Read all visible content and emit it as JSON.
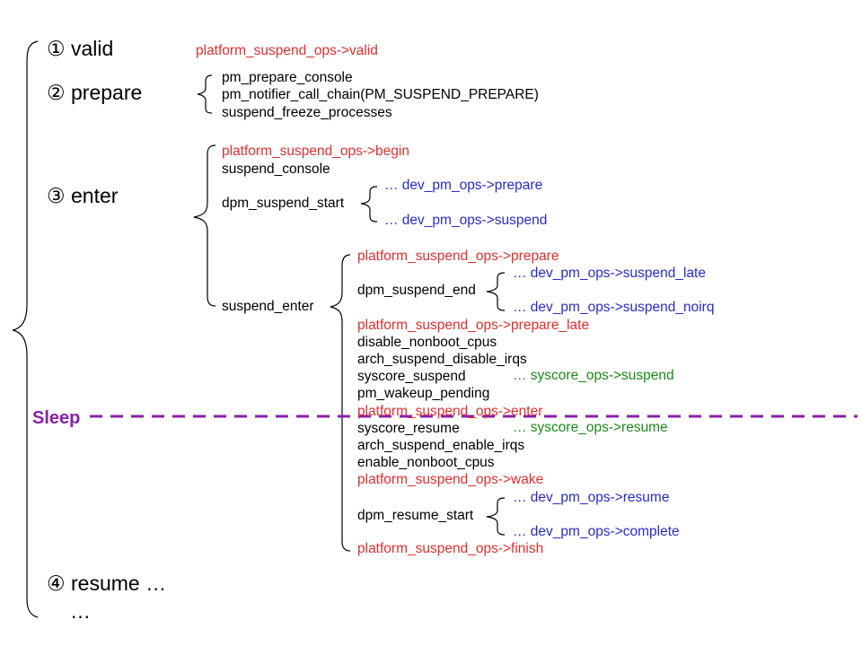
{
  "steps": {
    "valid": "① valid",
    "prepare": "② prepare",
    "enter": "③ enter",
    "resume": "④ resume …",
    "more": "…"
  },
  "valid_call": "platform_suspend_ops->valid",
  "prepare_calls": [
    "pm_prepare_console",
    "pm_notifier_call_chain(PM_SUSPEND_PREPARE)",
    "suspend_freeze_processes"
  ],
  "enter": {
    "begin": "platform_suspend_ops->begin",
    "suspend_console": "suspend_console",
    "dpm_suspend_start": "dpm_suspend_start",
    "dpm_suspend_start_children": [
      "…  dev_pm_ops->prepare",
      "…  dev_pm_ops->suspend"
    ],
    "suspend_enter": "suspend_enter"
  },
  "suspend_enter": {
    "prepare": "platform_suspend_ops->prepare",
    "dpm_suspend_end": "dpm_suspend_end",
    "dpm_suspend_end_children": [
      "…  dev_pm_ops->suspend_late",
      "…  dev_pm_ops->suspend_noirq"
    ],
    "prepare_late": "platform_suspend_ops->prepare_late",
    "disable_nonboot_cpus": "disable_nonboot_cpus",
    "arch_suspend_disable_irqs": "arch_suspend_disable_irqs",
    "syscore_suspend": "syscore_suspend",
    "syscore_suspend_child": "…  syscore_ops->suspend",
    "pm_wakeup_pending": "pm_wakeup_pending",
    "enter": "platform_suspend_ops->enter",
    "syscore_resume": "syscore_resume",
    "syscore_resume_child": "…  syscore_ops->resume",
    "arch_suspend_enable_irqs": "arch_suspend_enable_irqs",
    "enable_nonboot_cpus": "enable_nonboot_cpus",
    "wake": "platform_suspend_ops->wake",
    "dpm_resume_start": "dpm_resume_start",
    "dpm_resume_start_children": [
      "…  dev_pm_ops->resume",
      "…  dev_pm_ops->complete"
    ],
    "finish": "platform_suspend_ops->finish"
  },
  "sleep_label": "Sleep",
  "colors": {
    "platform_ops": "#e03030",
    "dev_pm_ops": "#2a2acc",
    "syscore_ops": "#1a8a1a",
    "sleep_line": "#8a1fa8"
  }
}
